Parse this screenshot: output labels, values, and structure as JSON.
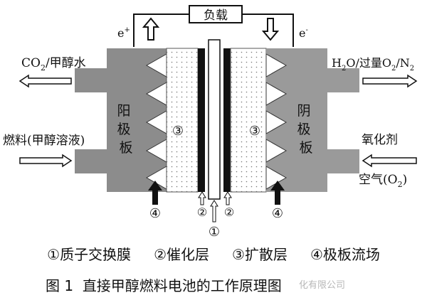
{
  "load": {
    "label": "负载"
  },
  "electrons": {
    "left": "e",
    "right": "e",
    "left_sup": "+",
    "right_sup": "-"
  },
  "left_side": {
    "outlet_label": "CO",
    "outlet_sub": "2",
    "outlet_rest": "/甲醇水",
    "inlet_label": "燃料(甲醇溶液)"
  },
  "right_side": {
    "outlet_label": "H",
    "outlet_parts": [
      "H",
      "2",
      "O/过量O",
      "2",
      "/N",
      "2"
    ],
    "oxidant_label": "氧化剂",
    "air_label": "空气(O",
    "air_sub": "2",
    "air_close": ")"
  },
  "anode": {
    "label_chars": [
      "阳",
      "极",
      "板"
    ]
  },
  "cathode": {
    "label_chars": [
      "阴",
      "极",
      "板"
    ]
  },
  "markers": {
    "diffusion_left": "③",
    "diffusion_right": "③",
    "flow_left": "④",
    "flow_right": "④",
    "catalyst_left": "②",
    "catalyst_right": "②",
    "membrane": "①"
  },
  "legend": [
    {
      "num": "①",
      "text": "质子交换膜"
    },
    {
      "num": "②",
      "text": "催化层"
    },
    {
      "num": "③",
      "text": "扩散层"
    },
    {
      "num": "④",
      "text": "极板流场"
    }
  ],
  "caption": {
    "figure": "图 1",
    "title": "直接甲醇燃料电池的工作原理图"
  },
  "watermark": "化有限公司",
  "colors": {
    "anode_plate": "#8c8c8c",
    "cathode_plate": "#9a9a9a",
    "catalyst": "#111111",
    "background": "#ffffff"
  }
}
